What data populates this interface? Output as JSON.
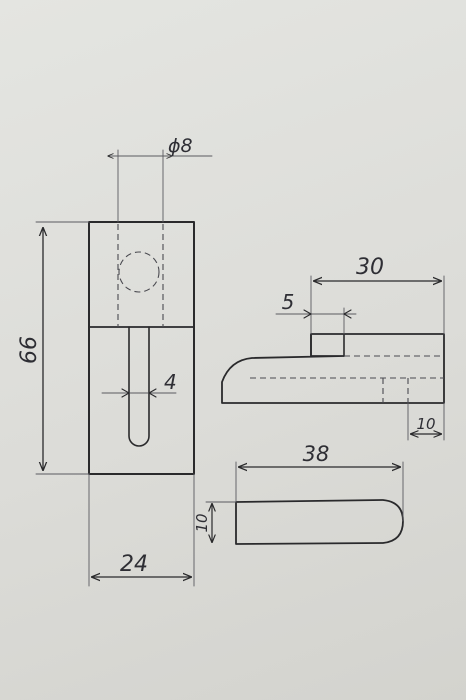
{
  "dimensions": {
    "overall_height": "66",
    "base_width": "24",
    "hole_diameter": "ϕ8",
    "slot_width": "4",
    "side_length": "30",
    "step_length": "5",
    "side_thickness": "10",
    "bottom_length": "38",
    "bottom_thickness": "10"
  },
  "colors": {
    "paper": "#dcdcd8",
    "ink": "#2a2a2c"
  }
}
